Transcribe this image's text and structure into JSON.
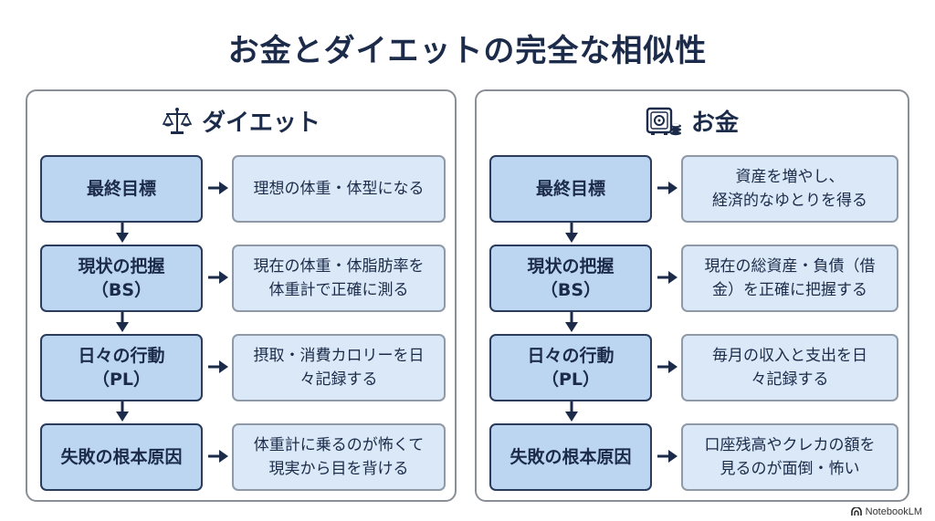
{
  "title": "お金とダイエットの完全な相似性",
  "panels": {
    "diet": {
      "header": "ダイエット",
      "icon": "scale-icon",
      "steps": [
        {
          "label1": "最終目標",
          "label2": "",
          "desc1": "理想の体重・体型になる",
          "desc2": ""
        },
        {
          "label1": "現状の把握",
          "label2": "（BS）",
          "desc1": "現在の体重・体脂肪率を",
          "desc2": "体重計で正確に測る"
        },
        {
          "label1": "日々の行動",
          "label2": "（PL）",
          "desc1": "摂取・消費カロリーを日",
          "desc2": "々記録する"
        },
        {
          "label1": "失敗の根本原因",
          "label2": "",
          "desc1": "体重計に乗るのが怖くて",
          "desc2": "現実から目を背ける"
        }
      ]
    },
    "money": {
      "header": "お金",
      "icon": "safe-icon",
      "steps": [
        {
          "label1": "最終目標",
          "label2": "",
          "desc1": "資産を増やし、",
          "desc2": "経済的なゆとりを得る"
        },
        {
          "label1": "現状の把握",
          "label2": "（BS）",
          "desc1": "現在の総資産・負債（借",
          "desc2": "金）を正確に把握する"
        },
        {
          "label1": "日々の行動",
          "label2": "（PL）",
          "desc1": "毎月の収入と支出を日",
          "desc2": "々記録する"
        },
        {
          "label1": "失敗の根本原因",
          "label2": "",
          "desc1": "口座残高やクレカの額を",
          "desc2": "見るのが面倒・怖い"
        }
      ]
    }
  },
  "badge": "NotebookLM"
}
